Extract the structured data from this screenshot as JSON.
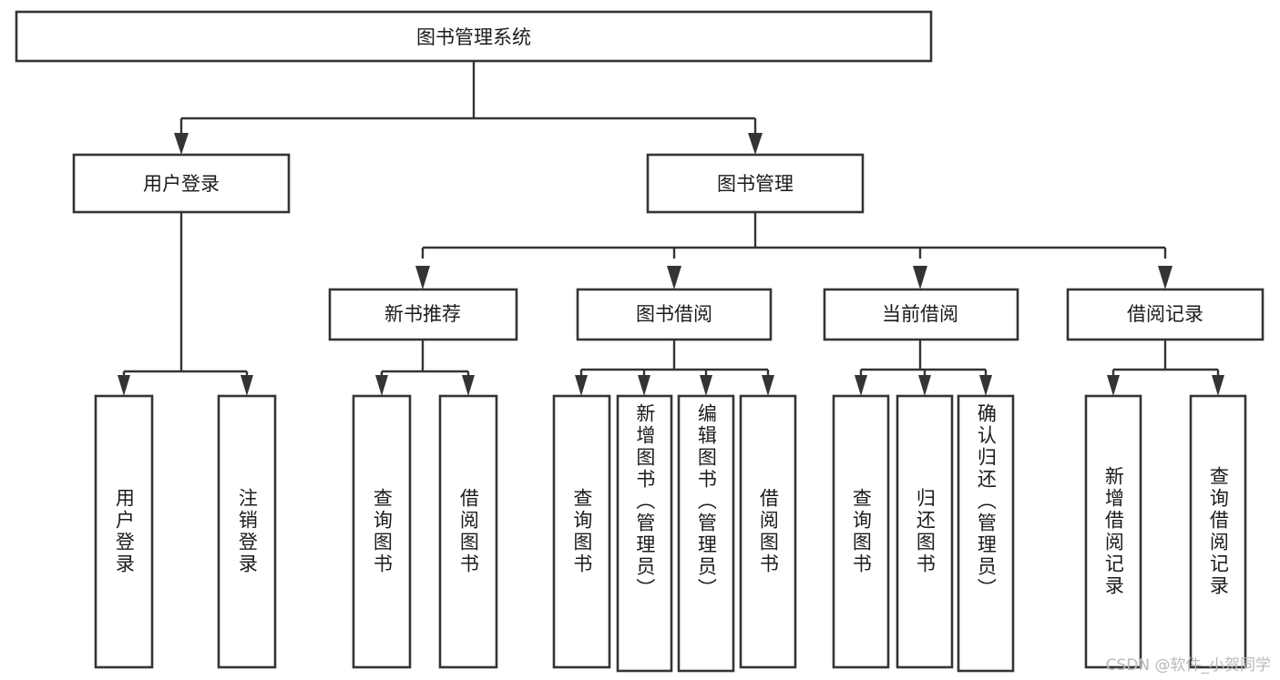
{
  "diagram": {
    "type": "tree-hierarchy-flowchart",
    "title": "图书管理系统",
    "watermark": "CSDN @软件_小贺同学",
    "colors": {
      "background": "#ffffff",
      "box_fill": "#ffffff",
      "box_stroke": "#343434",
      "connector": "#343434",
      "text": "#1b1b1b",
      "watermark": "#b9b9b9"
    },
    "levels": {
      "root": {
        "label": "图书管理系统"
      },
      "level2": [
        {
          "label": "用户登录"
        },
        {
          "label": "图书管理"
        }
      ],
      "level3": [
        {
          "label": "新书推荐"
        },
        {
          "label": "图书借阅"
        },
        {
          "label": "当前借阅"
        },
        {
          "label": "借阅记录"
        }
      ],
      "leaves": [
        {
          "label": "用户登录",
          "parent": "用户登录"
        },
        {
          "label": "注销登录",
          "parent": "用户登录"
        },
        {
          "label": "查询图书",
          "parent": "新书推荐"
        },
        {
          "label": "借阅图书",
          "parent": "新书推荐"
        },
        {
          "label": "查询图书",
          "parent": "图书借阅"
        },
        {
          "label": "新增图书（管理员）",
          "parent": "图书借阅"
        },
        {
          "label": "编辑图书（管理员）",
          "parent": "图书借阅"
        },
        {
          "label": "借阅图书",
          "parent": "图书借阅"
        },
        {
          "label": "查询图书",
          "parent": "当前借阅"
        },
        {
          "label": "归还图书",
          "parent": "当前借阅"
        },
        {
          "label": "确认归还（管理员）",
          "parent": "当前借阅"
        },
        {
          "label": "新增借阅记录",
          "parent": "借阅记录"
        },
        {
          "label": "查询借阅记录",
          "parent": "借阅记录"
        }
      ]
    }
  }
}
